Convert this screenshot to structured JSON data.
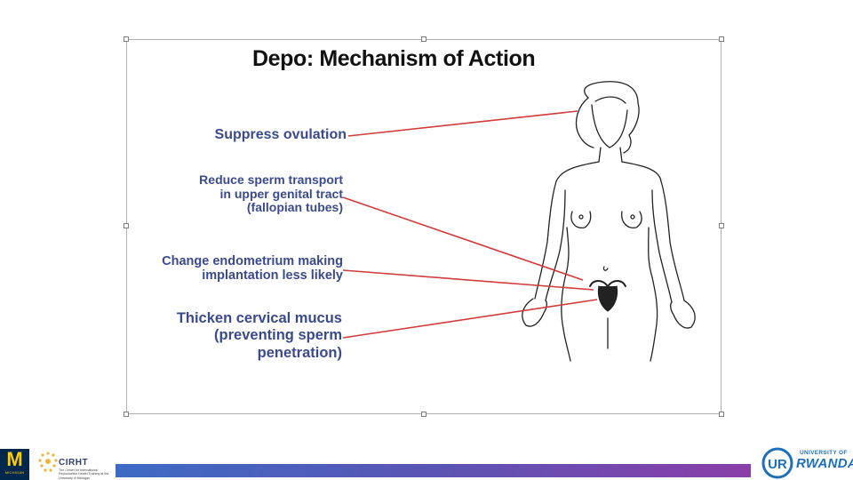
{
  "slide": {
    "title": "Depo: Mechanism of Action"
  },
  "labels": [
    {
      "text": "Suppress ovulation"
    },
    {
      "text": "Reduce sperm transport\nin upper genital tract\n(fallopian tubes)"
    },
    {
      "text": "Change endometrium making\nimplantation less likely"
    },
    {
      "text": "Thicken cervical mucus\n(preventing sperm\npenetration)"
    }
  ],
  "footer": {
    "umich_mark": "M",
    "umich_text": "MICHIGAN",
    "cirht_name": "CIRHT",
    "cirht_subtitle": "The Center for International Reproductive Health Training at the University of Michigan",
    "ur_small": "UNIVERSITY OF",
    "ur_big": "RWANDA",
    "ur_monogram": "UR"
  },
  "colors": {
    "label_text": "#3a4a8c",
    "pointer_line": "#d23b3b",
    "figure_stroke": "#222222"
  }
}
